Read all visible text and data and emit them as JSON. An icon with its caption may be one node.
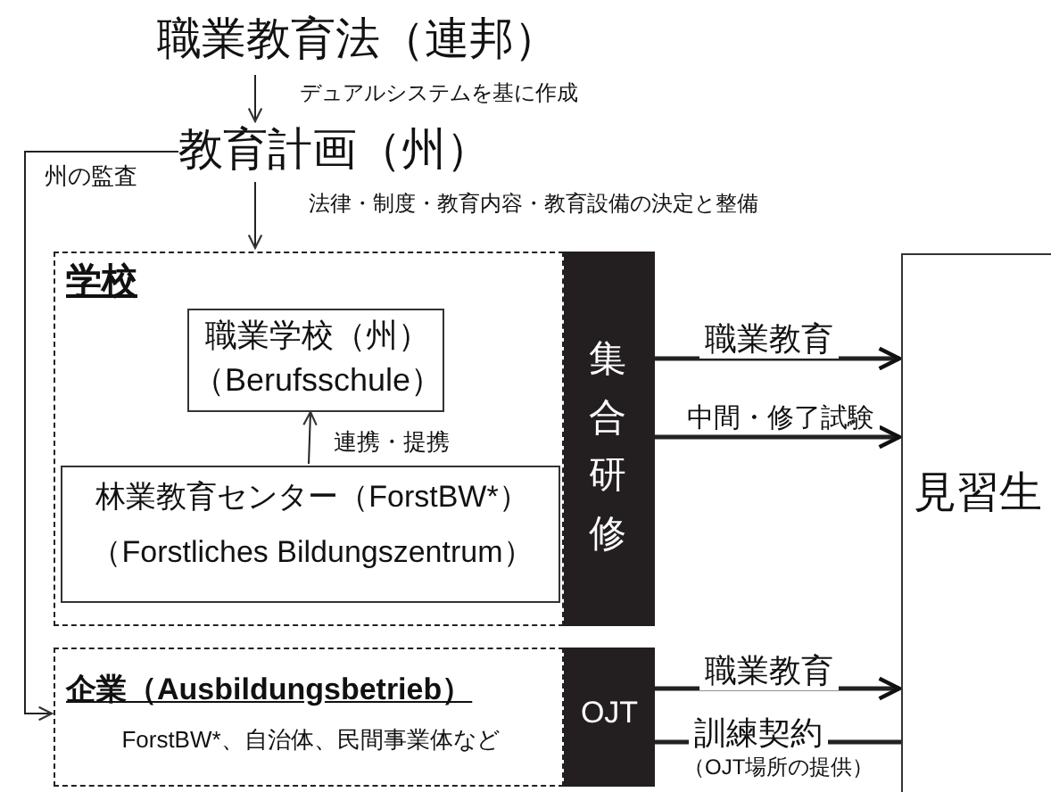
{
  "diagram": {
    "nodes": [
      {
        "text": [
          "職業教育法（連邦）"
        ]
      },
      {
        "text": [
          "教育計画（州）"
        ]
      },
      {
        "text": [
          "学校"
        ]
      },
      {
        "text": [
          "職業学校（州）",
          "（Berufsschule）"
        ],
        "in": 2
      },
      {
        "text": [
          "林業教育センター（ForstBW*）",
          "（Forstliches Bildungszentrum）"
        ],
        "in": 2
      },
      {
        "text": [
          "集合研修"
        ]
      },
      {
        "text": [
          "見習生"
        ]
      },
      {
        "text": [
          "企業（Ausbildungsbetrieb）",
          "ForstBW*、自治体、民間事業体など"
        ]
      },
      {
        "text": [
          "OJT"
        ]
      }
    ],
    "edges": [
      {
        "from": 0,
        "to": 1,
        "arrow": "to",
        "label": "デュアルシステムを基に作成"
      },
      {
        "from": 1,
        "to": 2,
        "arrow": "to",
        "label": "法律・制度・教育内容・教育設備の決定と整備"
      },
      {
        "from": 1,
        "to": 7,
        "arrow": "to",
        "label": "州の監査"
      },
      {
        "from": 4,
        "to": 3,
        "arrow": "to",
        "label": "連携・提携"
      },
      {
        "from": 5,
        "to": 6,
        "arrow": "to",
        "label": "職業教育",
        "style": "thick"
      },
      {
        "from": 5,
        "to": 6,
        "arrow": "to",
        "label": "中間・修了試験",
        "style": "thick"
      },
      {
        "from": 8,
        "to": 6,
        "arrow": "to",
        "label": "職業教育",
        "style": "thick"
      },
      {
        "from": 8,
        "to": 6,
        "arrow": "none",
        "label": "訓練契約",
        "style": "thick"
      }
    ],
    "labels": [
      "（OJT場所の提供）"
    ]
  }
}
